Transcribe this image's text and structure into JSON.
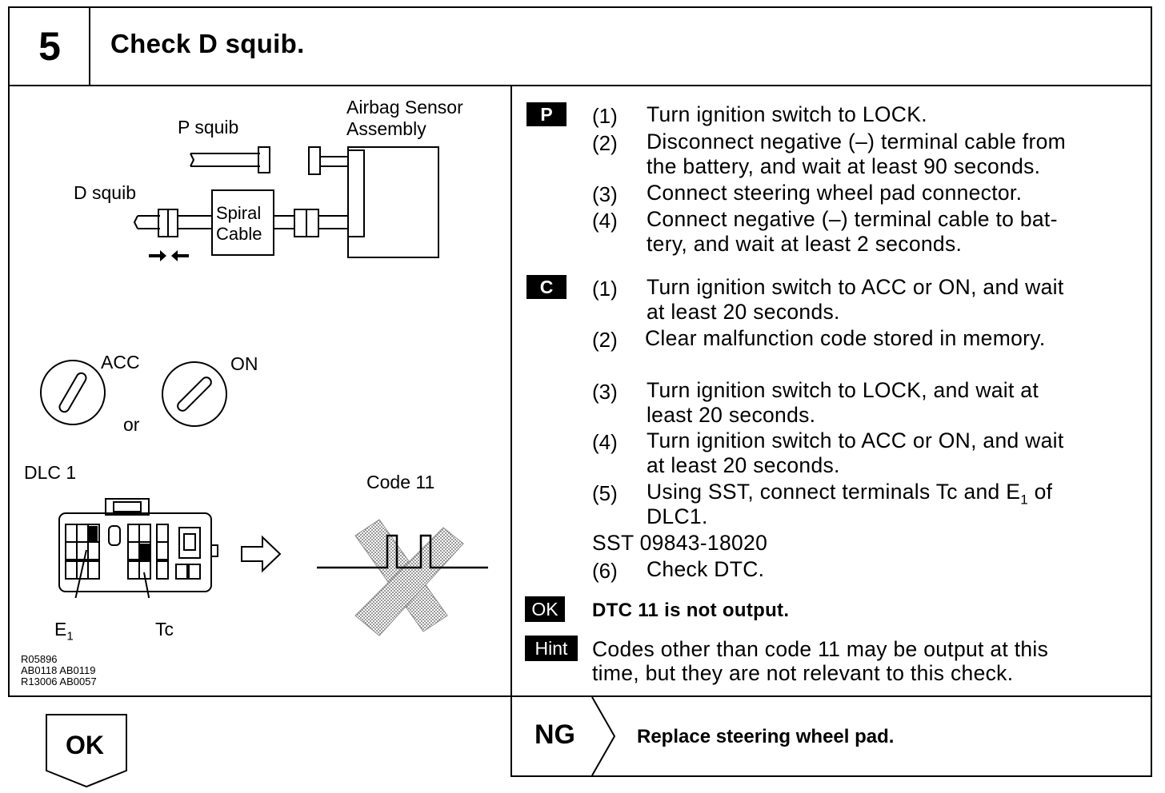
{
  "step": {
    "number": "5",
    "title": "Check D squib."
  },
  "diagram": {
    "airbag_sensor_line1": "Airbag Sensor",
    "airbag_sensor_line2": "Assembly",
    "p_squib": "P squib",
    "d_squib": "D squib",
    "spiral_line1": "Spiral",
    "spiral_line2": "Cable",
    "acc": "ACC",
    "on": "ON",
    "or": "or",
    "dlc": "DLC 1",
    "code": "Code 11",
    "e1": "E",
    "e1_sub": "1",
    "tc": "Tc",
    "refs": [
      "R05896",
      "AB0118 AB0119",
      "R13006 AB0057"
    ]
  },
  "sections": {
    "p": {
      "badge": "P",
      "steps": [
        {
          "n": "(1)",
          "lines": [
            "Turn ignition switch to LOCK."
          ]
        },
        {
          "n": "(2)",
          "lines": [
            "Disconnect negative (–) terminal cable from",
            "the battery, and wait at least 90 seconds."
          ]
        },
        {
          "n": "(3)",
          "lines": [
            "Connect steering wheel pad connector."
          ]
        },
        {
          "n": "(4)",
          "lines": [
            "Connect negative (–) terminal cable to bat-",
            "tery, and wait at least 2 seconds."
          ]
        }
      ]
    },
    "c": {
      "badge": "C",
      "steps": [
        {
          "n": "(1)",
          "lines": [
            "Turn ignition switch to ACC or ON, and wait",
            "at least 20 seconds."
          ]
        },
        {
          "n": "(2)",
          "lines": [
            "Clear malfunction code stored in memory."
          ]
        },
        {
          "n": "(3)",
          "lines": [
            "Turn ignition switch to LOCK, and wait at",
            "least 20 seconds."
          ]
        },
        {
          "n": "(4)",
          "lines": [
            "Turn ignition switch to ACC or ON, and wait",
            "at least 20 seconds."
          ]
        },
        {
          "n": "(5)",
          "line1_pre": "Using SST, connect terminals Tc and E",
          "line1_sub": "1",
          "line1_post": " of",
          "line2": "DLC1."
        },
        {
          "n": "(6)",
          "lines": [
            "Check DTC."
          ]
        }
      ],
      "sst": "SST 09843-18020"
    },
    "ok": {
      "badge": "OK",
      "text": "DTC 11 is not output."
    },
    "hint": {
      "badge": "Hint",
      "lines": [
        "Codes other than code 11 may be output at this",
        "time, but they are not relevant to this check."
      ]
    }
  },
  "bottom": {
    "ok_label": "OK",
    "ng_label": "NG",
    "ng_action": "Replace steering wheel pad."
  }
}
